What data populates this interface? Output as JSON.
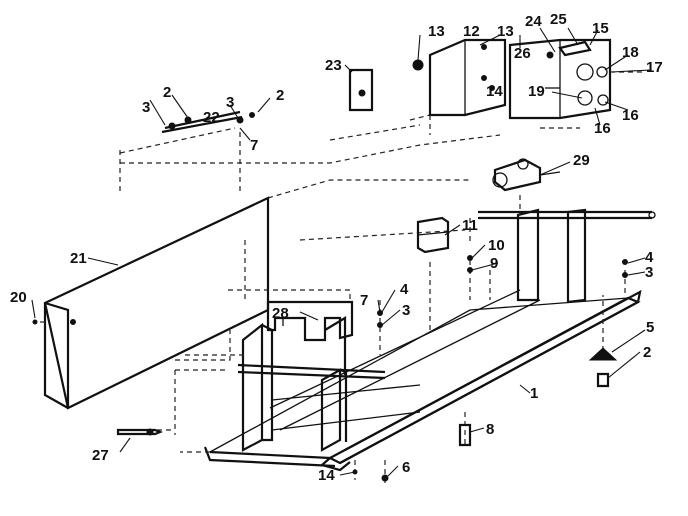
{
  "diagram": {
    "callouts": [
      {
        "id": "c1",
        "text": "1"
      },
      {
        "id": "c2a",
        "text": "2"
      },
      {
        "id": "c2b",
        "text": "2"
      },
      {
        "id": "c2c",
        "text": "2"
      },
      {
        "id": "c3a",
        "text": "3"
      },
      {
        "id": "c3b",
        "text": "3"
      },
      {
        "id": "c3c",
        "text": "3"
      },
      {
        "id": "c3d",
        "text": "3"
      },
      {
        "id": "c4a",
        "text": "4"
      },
      {
        "id": "c4b",
        "text": "4"
      },
      {
        "id": "c5",
        "text": "5"
      },
      {
        "id": "c6",
        "text": "6"
      },
      {
        "id": "c7a",
        "text": "7"
      },
      {
        "id": "c7b",
        "text": "7"
      },
      {
        "id": "c8",
        "text": "8"
      },
      {
        "id": "c9",
        "text": "9"
      },
      {
        "id": "c10",
        "text": "10"
      },
      {
        "id": "c11",
        "text": "11"
      },
      {
        "id": "c12",
        "text": "12"
      },
      {
        "id": "c13a",
        "text": "13"
      },
      {
        "id": "c13b",
        "text": "13"
      },
      {
        "id": "c14a",
        "text": "14"
      },
      {
        "id": "c14b",
        "text": "14"
      },
      {
        "id": "c15",
        "text": "15"
      },
      {
        "id": "c16a",
        "text": "16"
      },
      {
        "id": "c16b",
        "text": "16"
      },
      {
        "id": "c17",
        "text": "17"
      },
      {
        "id": "c18",
        "text": "18"
      },
      {
        "id": "c19",
        "text": "19"
      },
      {
        "id": "c20",
        "text": "20"
      },
      {
        "id": "c21",
        "text": "21"
      },
      {
        "id": "c22",
        "text": "22"
      },
      {
        "id": "c23",
        "text": "23"
      },
      {
        "id": "c24",
        "text": "24"
      },
      {
        "id": "c25",
        "text": "25"
      },
      {
        "id": "c26",
        "text": "26"
      },
      {
        "id": "c27",
        "text": "27"
      },
      {
        "id": "c28",
        "text": "28"
      },
      {
        "id": "c29",
        "text": "29"
      }
    ]
  }
}
